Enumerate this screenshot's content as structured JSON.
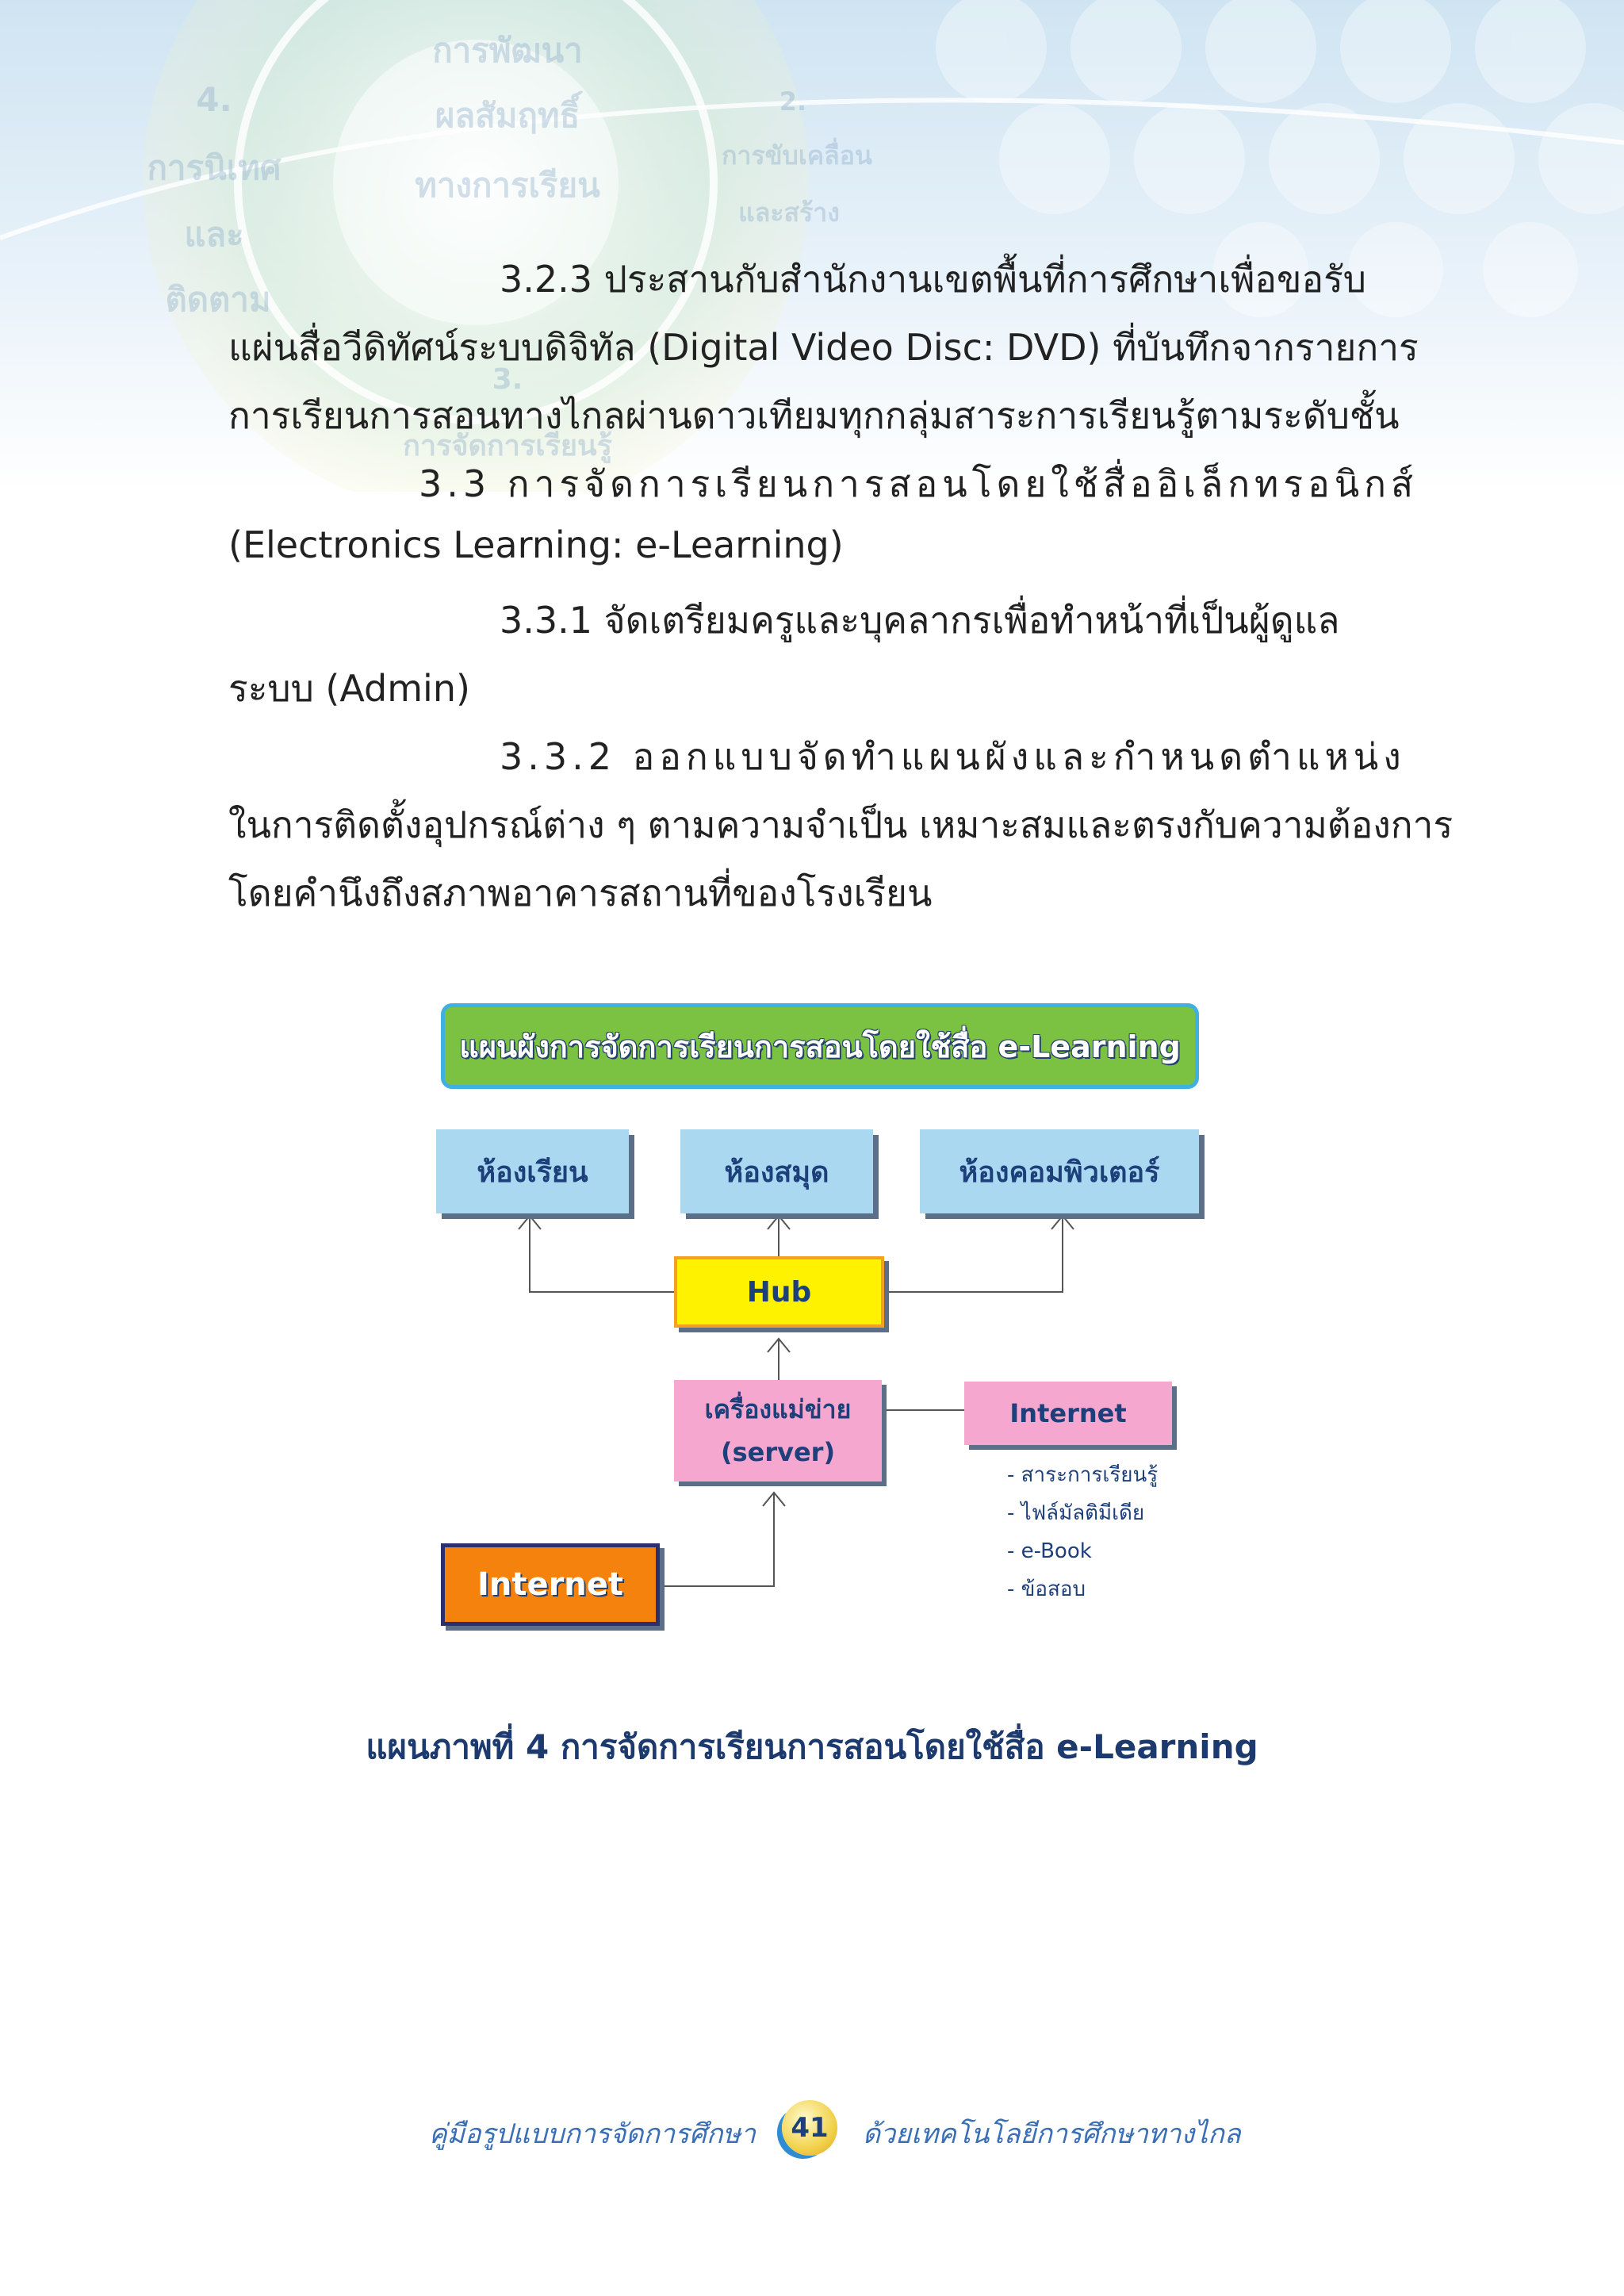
{
  "background_words": {
    "w1": "การพัฒนา",
    "w2": "ผลสัมฤทธิ์",
    "w3": "ทางการเรียน",
    "w4": "4.",
    "w5": "การนิเทศ",
    "w6": "และ",
    "w7": "ติดตาม",
    "w8": "2.",
    "w9": "การขับเคลื่อน",
    "w10": "และสร้าง",
    "w11": "3.",
    "w12": "การจัดการเรียนรู้"
  },
  "body": {
    "p1_first": "3.2.3  ประสานกับสำนักงานเขตพื้นที่การศึกษาเพื่อขอรับ",
    "p1_second": "แผ่นสื่อวีดิทัศน์ระบบดิจิทัล  (Digital Video Disc: DVD)  ที่บันทึกจากรายการ",
    "p1_third": "การเรียนการสอนทางไกลผ่านดาวเทียมทุกกลุ่มสาระการเรียนรู้ตามระดับชั้น",
    "h33_first": "3.3  การจัดการเรียนการสอนโดยใช้สื่ออิเล็กทรอนิกส์",
    "h33_second": "(Electronics Learning: e-Learning)",
    "p331_first": "3.3.1  จัดเตรียมครูและบุคลากรเพื่อทำหน้าที่เป็นผู้ดูแล",
    "p331_second": "ระบบ  (Admin)",
    "p332_first": "3.3.2  ออกแบบจัดทำแผนผังและกำหนดตำแหน่ง",
    "p332_second": "ในการติดตั้งอุปกรณ์ต่าง ๆ  ตามความจำเป็น เหมาะสมและตรงกับความต้องการ",
    "p332_third": "โดยคำนึงถึงสภาพอาคารสถานที่ของโรงเรียน"
  },
  "diagram": {
    "title": "แผนผังการจัดการเรียนการสอนโดยใช้สื่อ  e-Learning",
    "room1": "ห้องเรียน",
    "room2": "ห้องสมุด",
    "room3": "ห้องคอมพิวเตอร์",
    "hub": "Hub",
    "server_line1": "เครื่องแม่ข่าย",
    "server_line2": "(server)",
    "internet_right": "Internet",
    "internet_left": "Internet",
    "bullets": [
      "- สาระการเรียนรู้",
      "- ไฟล์มัลติมีเดีย",
      "- e-Book",
      "- ข้อสอบ"
    ]
  },
  "caption": "แผนภาพที่ 4  การจัดการเรียนการสอนโดยใช้สื่อ e-Learning",
  "footer": {
    "left": "คู่มือรูปแบบการจัดการศึกษา",
    "page": "41",
    "right": "ด้วยเทคโนโลยีการศึกษาทางไกล"
  }
}
